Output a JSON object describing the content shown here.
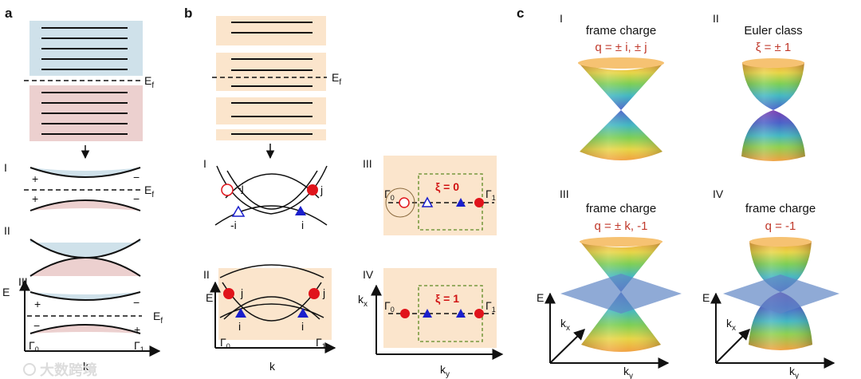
{
  "panel_a": {
    "label": "a",
    "fermi": "E",
    "fermi_sub": "f",
    "sub_I": "I",
    "sub_II": "II",
    "sub_III": "III",
    "plus": "+",
    "minus": "−",
    "axis_e": "E",
    "axis_k": "k",
    "gamma": "Γ",
    "g0": "0",
    "g1": "1"
  },
  "panel_b": {
    "label": "b",
    "fermi": "E",
    "fermi_sub": "f",
    "sub_I": "I",
    "sub_II": "II",
    "sub_III": "III",
    "sub_IV": "IV",
    "neg_j": "-j",
    "j": "j",
    "neg_i": "-i",
    "i": "i",
    "xi_0": "ξ = 0",
    "xi_1": "ξ = 1",
    "axis_e": "E",
    "axis_k": "k",
    "axis_kx": "k",
    "axis_kx_sub": "x",
    "axis_ky": "k",
    "axis_ky_sub": "y",
    "gamma": "Γ",
    "g0": "0",
    "g1": "1"
  },
  "panel_c": {
    "label": "c",
    "sub_I": "I",
    "sub_II": "II",
    "sub_III": "III",
    "sub_IV": "IV",
    "title_I": "frame charge",
    "q_I": "q = ± i, ± j",
    "title_II": "Euler class",
    "q_II": "ξ = ± 1",
    "title_III": "frame charge",
    "q_III": "q = ± k, -1",
    "title_IV": "frame charge",
    "q_IV": "q = -1",
    "axis_e": "E",
    "axis_k": "k",
    "axis_kx_sub": "x",
    "axis_ky_sub": "y"
  },
  "watermark": "大数跨境",
  "colors": {
    "blue_band": "#cfe1ea",
    "pink_band": "#ecd0cf",
    "orange_bg": "#fbe5cc",
    "red_node": "#e0141b",
    "blue_node": "#1a1fcc",
    "green_dash": "#5d8a22",
    "plane_blue": "#5f86c5"
  }
}
